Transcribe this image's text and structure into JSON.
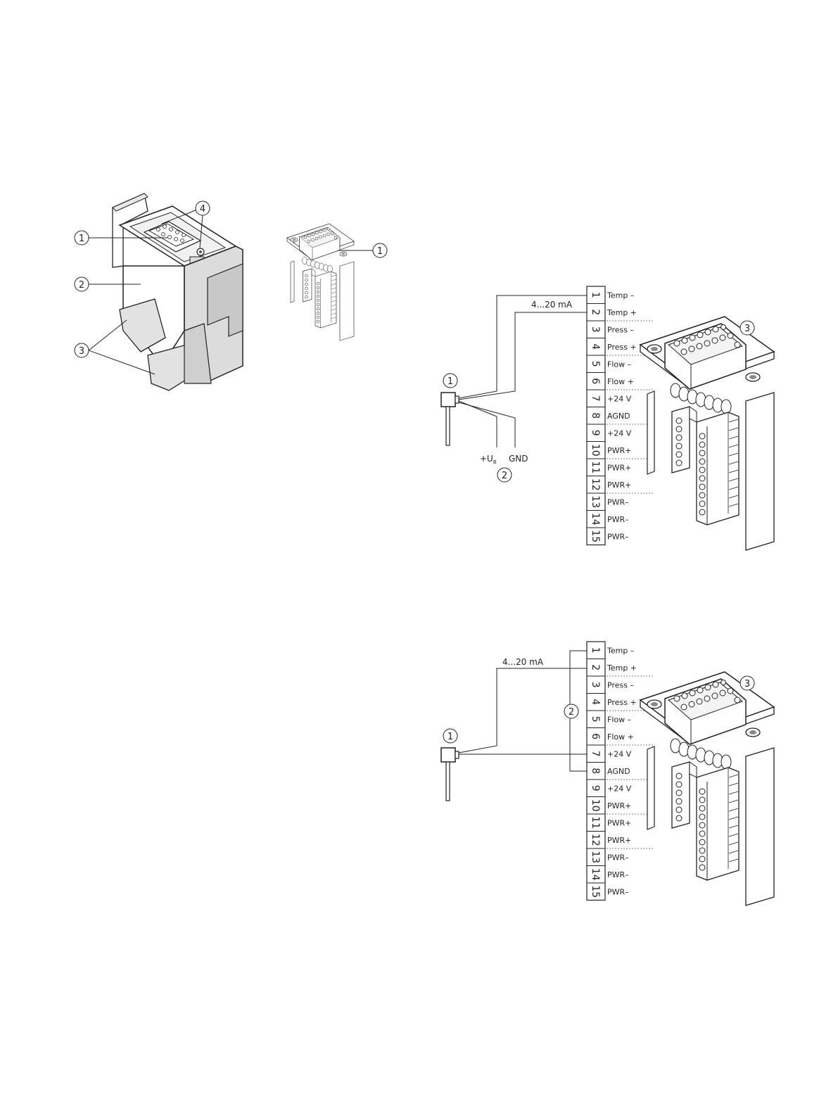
{
  "figure1": {
    "callouts": [
      "1",
      "2",
      "3",
      "4"
    ],
    "callout_right": "1"
  },
  "diagram_a": {
    "current_label": "4...20 mA",
    "supply_label": "+U",
    "supply_sub": "B",
    "gnd_label": "GND",
    "callout_sensor": "1",
    "callout_supply": "2",
    "callout_connector": "3"
  },
  "diagram_b": {
    "current_label": "4...20 mA",
    "callout_sensor": "1",
    "callout_bridge": "2",
    "callout_connector": "3"
  },
  "terminals": [
    {
      "num": "1",
      "label": "Temp –"
    },
    {
      "num": "2",
      "label": "Temp +"
    },
    {
      "num": "3",
      "label": "Press –"
    },
    {
      "num": "4",
      "label": "Press +"
    },
    {
      "num": "5",
      "label": "Flow –"
    },
    {
      "num": "6",
      "label": "Flow +"
    },
    {
      "num": "7",
      "label": "+24 V"
    },
    {
      "num": "8",
      "label": "AGND"
    },
    {
      "num": "9",
      "label": "+24 V"
    },
    {
      "num": "10",
      "label": "PWR+"
    },
    {
      "num": "11",
      "label": "PWR+"
    },
    {
      "num": "12",
      "label": "PWR+"
    },
    {
      "num": "13",
      "label": "PWR–"
    },
    {
      "num": "14",
      "label": "PWR–"
    },
    {
      "num": "15",
      "label": "PWR–"
    }
  ],
  "colors": {
    "line": "#222222",
    "housing": "#d4d4d4",
    "housing_dark": "#9a9a9a"
  }
}
